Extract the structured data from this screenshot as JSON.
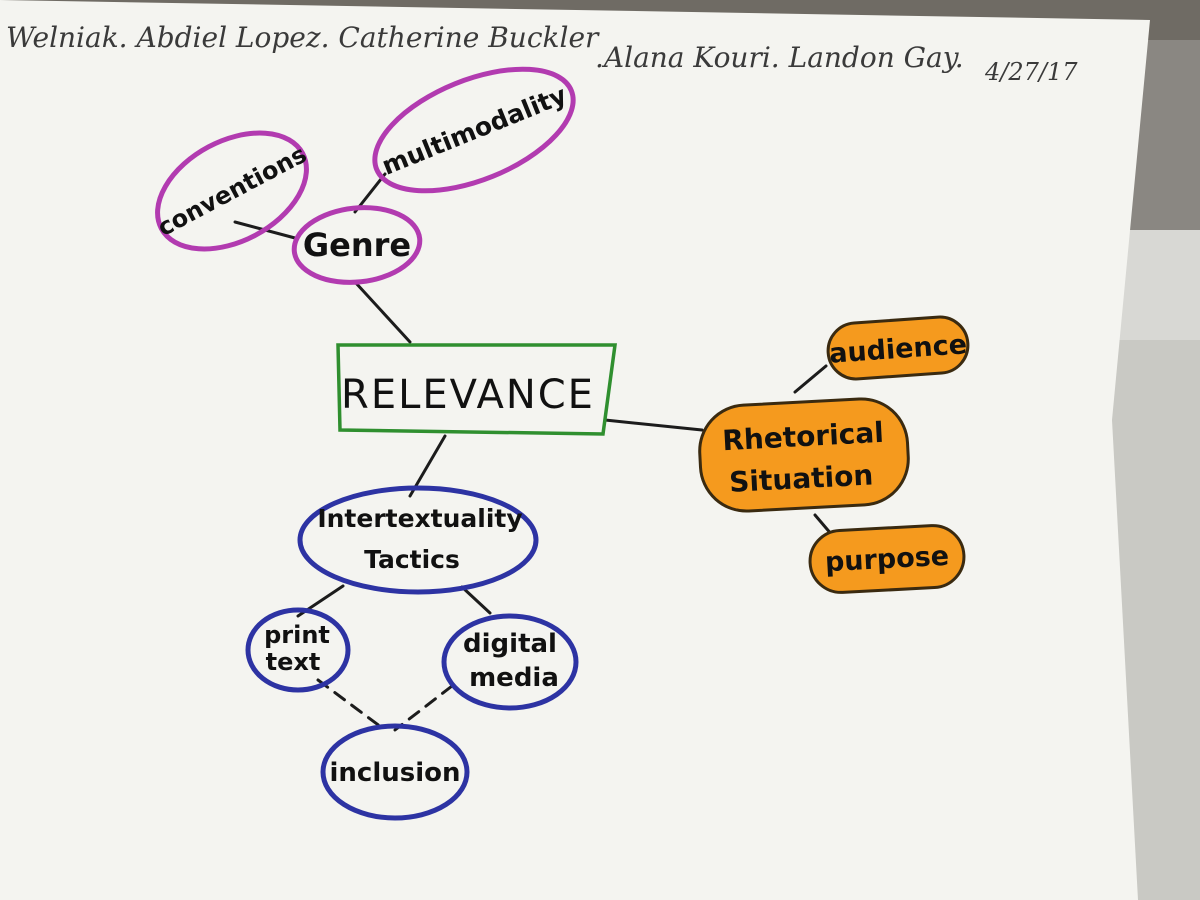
{
  "header": {
    "names_left": "Welniak. Abdiel Lopez. Catherine Buckler",
    "names_right": ".Alana Kouri. Landon Gay.",
    "date": "4/27/17"
  },
  "nodes": {
    "relevance": "RELEVANCE",
    "genre": "Genre",
    "conventions": "conventions",
    "multimodality": "multimodality",
    "rhetorical_line1": "Rhetorical",
    "rhetorical_line2": "Situation",
    "audience": "audience",
    "purpose": "purpose",
    "intertextuality_line1": "Intertextuality",
    "intertextuality_line2": "Tactics",
    "print_line1": "print",
    "print_line2": "text",
    "digital_line1": "digital",
    "digital_line2": "media",
    "inclusion": "inclusion"
  },
  "colors": {
    "genre_group": "#b23bb0",
    "rhetorical_group_stroke": "#3a2a10",
    "rhetorical_group_fill": "#f59a1e",
    "intertextuality_group": "#2d33a3",
    "center_box": "#2f8f2f",
    "connector": "#1c1c1c",
    "paper": "#f4f4f0",
    "background": "#6f6b64"
  }
}
